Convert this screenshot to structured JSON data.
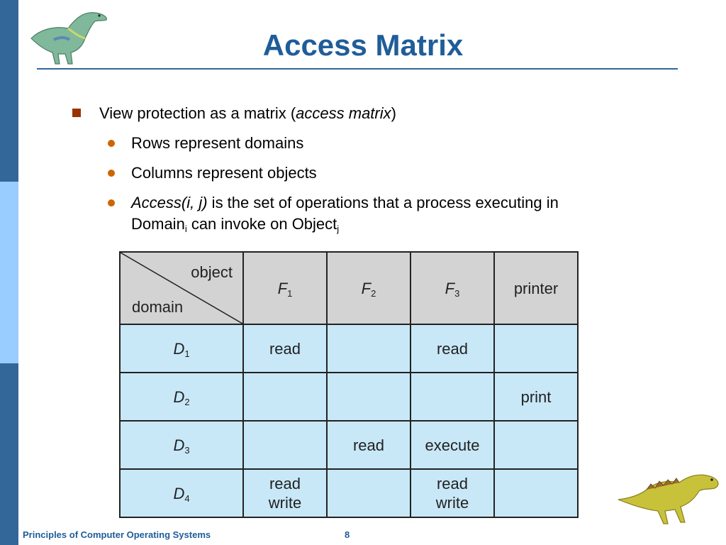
{
  "slide": {
    "title": "Access Matrix",
    "bullet_main": {
      "text_before": "View protection as a matrix (",
      "text_italic": "access matrix",
      "text_after": ")"
    },
    "sub_bullets": [
      {
        "text": "Rows represent domains"
      },
      {
        "text": "Columns represent objects"
      }
    ],
    "access_bullet": {
      "italic": "Access(i, j)",
      "rest": " is the set of operations that a process executing in",
      "line2_prefix": "Domain",
      "line2_sub1": "i",
      "line2_mid": " can invoke on Object",
      "line2_sub2": "j"
    },
    "matrix": {
      "corner_object": "object",
      "corner_domain": "domain",
      "columns": [
        {
          "base": "F",
          "sub": "1"
        },
        {
          "base": "F",
          "sub": "2"
        },
        {
          "base": "F",
          "sub": "3"
        },
        {
          "text": "printer"
        }
      ],
      "rows": [
        {
          "base": "D",
          "sub": "1",
          "cells": [
            "read",
            "",
            "read",
            ""
          ]
        },
        {
          "base": "D",
          "sub": "2",
          "cells": [
            "",
            "",
            "",
            "print"
          ]
        },
        {
          "base": "D",
          "sub": "3",
          "cells": [
            "",
            "read",
            "execute",
            ""
          ]
        },
        {
          "base": "D",
          "sub": "4",
          "cells": [
            "read\nwrite",
            "",
            "read\nwrite",
            ""
          ]
        }
      ]
    }
  },
  "footer": {
    "course": "Principles of Computer Operating Systems",
    "page_number": "8"
  },
  "colors": {
    "accent": "#1f5d99",
    "sidebar_dark": "#336699",
    "sidebar_light": "#99ccff",
    "header_cell": "#d3d3d3",
    "body_cell": "#c8e8f8",
    "square_bullet": "#993300",
    "round_bullet": "#cc6600"
  },
  "icons": {
    "top_left": "dinosaur-icon",
    "bottom_right": "dinosaur-icon"
  }
}
